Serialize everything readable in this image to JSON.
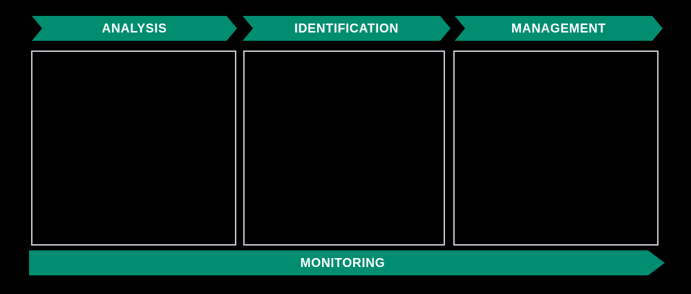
{
  "diagram": {
    "type": "process-flow",
    "phases": [
      {
        "label": "ANALYSIS"
      },
      {
        "label": "IDENTIFICATION"
      },
      {
        "label": "MANAGEMENT"
      }
    ],
    "panels": [
      {
        "for_phase": "ANALYSIS",
        "content": ""
      },
      {
        "for_phase": "IDENTIFICATION",
        "content": ""
      },
      {
        "for_phase": "MANAGEMENT",
        "content": ""
      }
    ],
    "bottom_banner": {
      "label": "MONITORING"
    }
  },
  "colors": {
    "arrow_green": "#008D70",
    "box_border": "#C6CAD2",
    "label_text": "#FFFFFF",
    "background": "#000000"
  }
}
